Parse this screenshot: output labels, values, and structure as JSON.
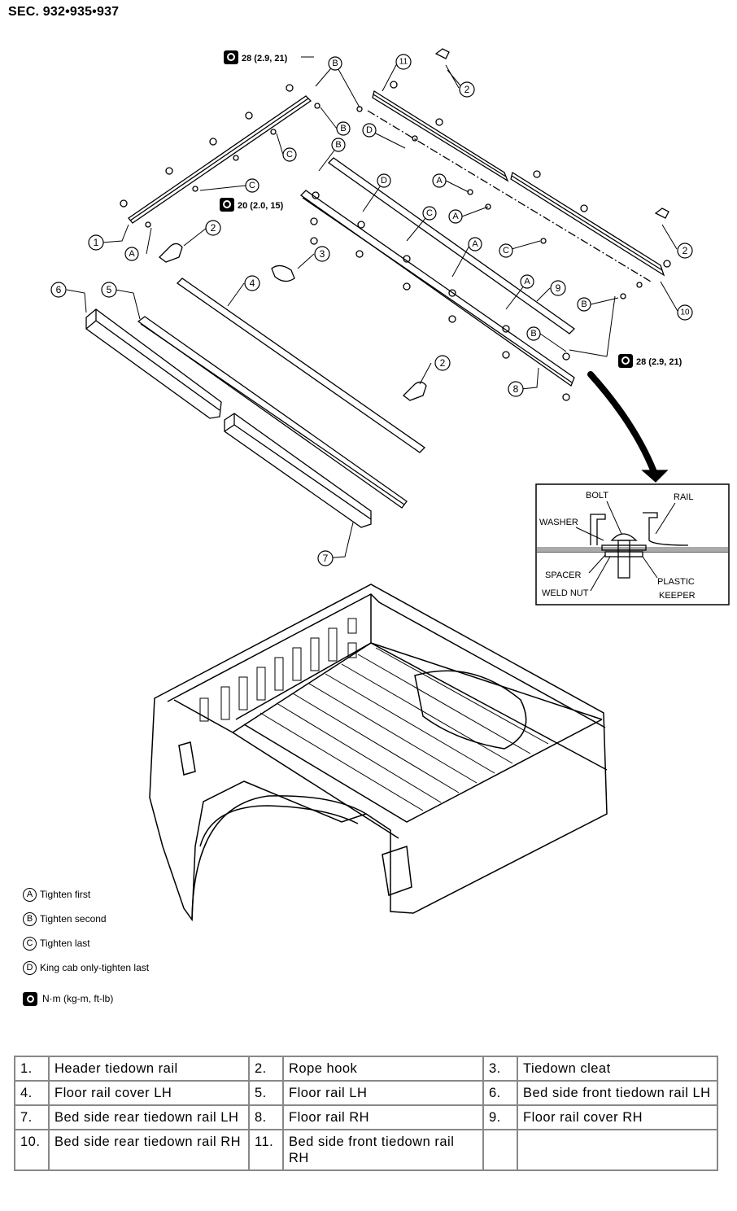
{
  "header": {
    "section_code": "SEC. 932•935•937"
  },
  "callouts": {
    "n1": "1",
    "n2": "2",
    "n3": "3",
    "n4": "4",
    "n5": "5",
    "n6": "6",
    "n7": "7",
    "n8": "8",
    "n9": "9",
    "n10": "10",
    "n11": "11",
    "a": "A",
    "b": "B",
    "c": "C",
    "d": "D"
  },
  "torque": {
    "t1": "28 (2.9, 21)",
    "t2": "20 (2.0, 15)",
    "t3": "28 (2.9, 21)"
  },
  "detail": {
    "bolt": "BOLT",
    "rail": "RAIL",
    "washer": "WASHER",
    "spacer": "SPACER",
    "weld_nut": "WELD NUT",
    "plastic": "PLASTIC",
    "keeper": "KEEPER"
  },
  "legend": {
    "items": [
      {
        "letter": "A",
        "text": "Tighten first"
      },
      {
        "letter": "B",
        "text": "Tighten second"
      },
      {
        "letter": "C",
        "text": "Tighten last"
      },
      {
        "letter": "D",
        "text": "King cab only-tighten last"
      }
    ],
    "unit": "N·m (kg-m, ft-lb)"
  },
  "parts": [
    [
      {
        "num": "1.",
        "name": "Header tiedown rail"
      },
      {
        "num": "2.",
        "name": "Rope hook"
      },
      {
        "num": "3.",
        "name": "Tiedown cleat"
      }
    ],
    [
      {
        "num": "4.",
        "name": "Floor rail cover LH"
      },
      {
        "num": "5.",
        "name": "Floor rail LH"
      },
      {
        "num": "6.",
        "name": "Bed side front tiedown rail LH"
      }
    ],
    [
      {
        "num": "7.",
        "name": "Bed side rear tiedown rail LH"
      },
      {
        "num": "8.",
        "name": "Floor rail RH"
      },
      {
        "num": "9.",
        "name": "Floor rail cover RH"
      }
    ],
    [
      {
        "num": "10.",
        "name": "Bed side rear tiedown rail RH"
      },
      {
        "num": "11.",
        "name": "Bed side front tiedown rail RH"
      },
      {
        "num": "",
        "name": ""
      }
    ]
  ]
}
